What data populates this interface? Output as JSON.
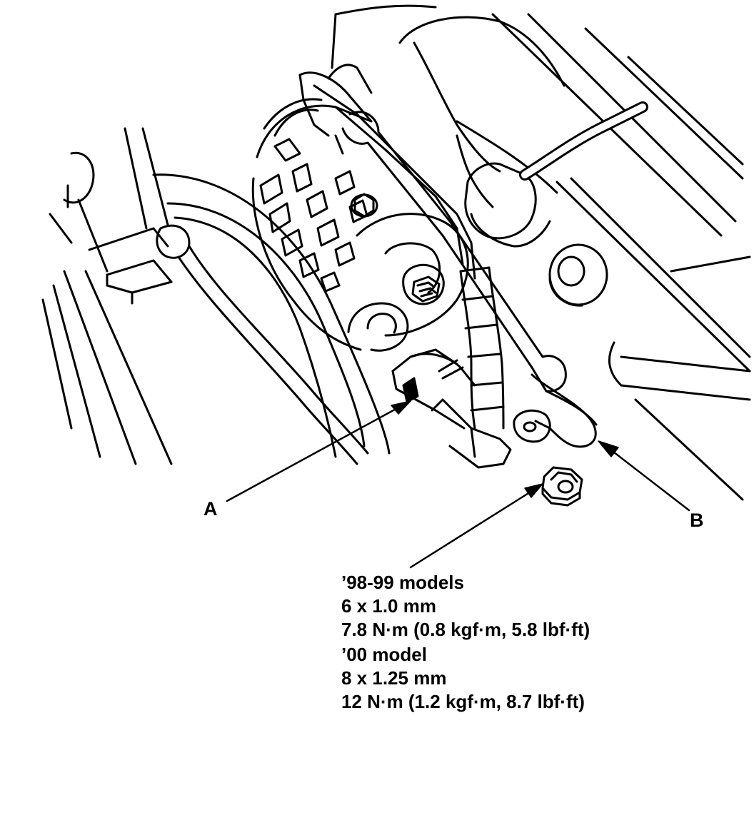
{
  "labels": {
    "a": "A",
    "b": "B"
  },
  "specs": [
    {
      "model": "’98-99 models",
      "size": "6 x 1.0 mm",
      "torque": "7.8 N·m (0.8 kgf·m, 5.8 lbf·ft)"
    },
    {
      "model": "’00 model",
      "size": "8 x 1.25 mm",
      "torque": "12 N·m (1.2 kgf·m, 8.7 lbf·ft)"
    }
  ],
  "colors": {
    "ink": "#000000",
    "paper": "#ffffff"
  }
}
